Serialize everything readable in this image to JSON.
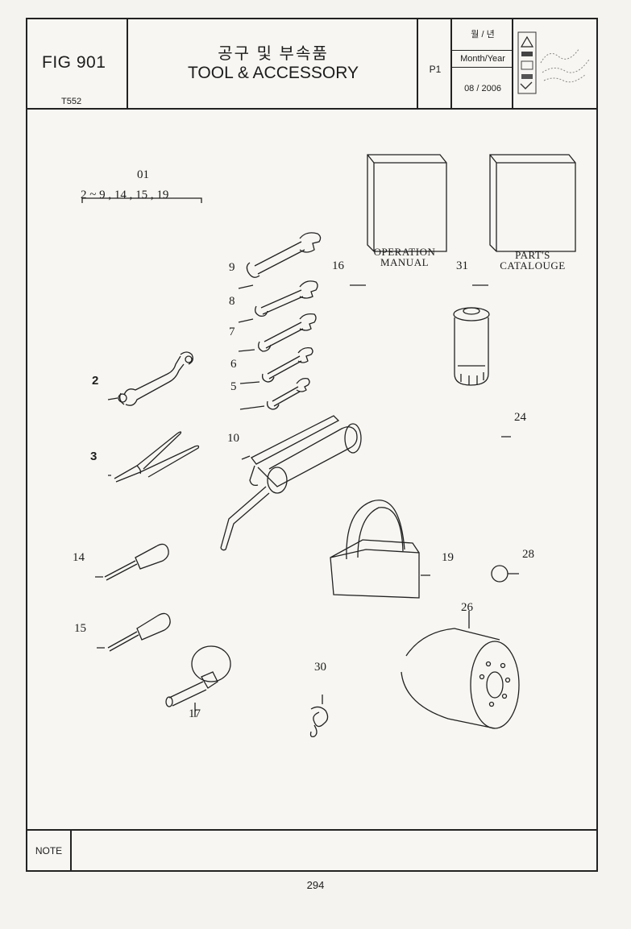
{
  "header": {
    "fig": "FIG 901",
    "model": "T552",
    "title_ko": "공구 및 부속품",
    "title_en": "TOOL & ACCESSORY",
    "page_code": "P1",
    "month_year_ko": "월 / 년",
    "month_year_en": "Month/Year",
    "date": "08 / 2006"
  },
  "group": {
    "number": "01",
    "members": "2 ~ 9 , 14 , 15 , 19"
  },
  "labels": {
    "l2": "2",
    "l3": "3",
    "l5": "5",
    "l6": "6",
    "l7": "7",
    "l8": "8",
    "l9": "9",
    "l10": "10",
    "l14": "14",
    "l15": "15",
    "l16": "16",
    "l17": "17",
    "l19": "19",
    "l24": "24",
    "l26": "26",
    "l28": "28",
    "l30": "30",
    "l31": "31"
  },
  "books": {
    "manual_line1": "OPERATION",
    "manual_line2": "MANUAL",
    "catalogue_line1": "PART'S",
    "catalogue_line2": "CATALOUGE"
  },
  "footer": {
    "note_label": "NOTE",
    "page_number": "294"
  }
}
